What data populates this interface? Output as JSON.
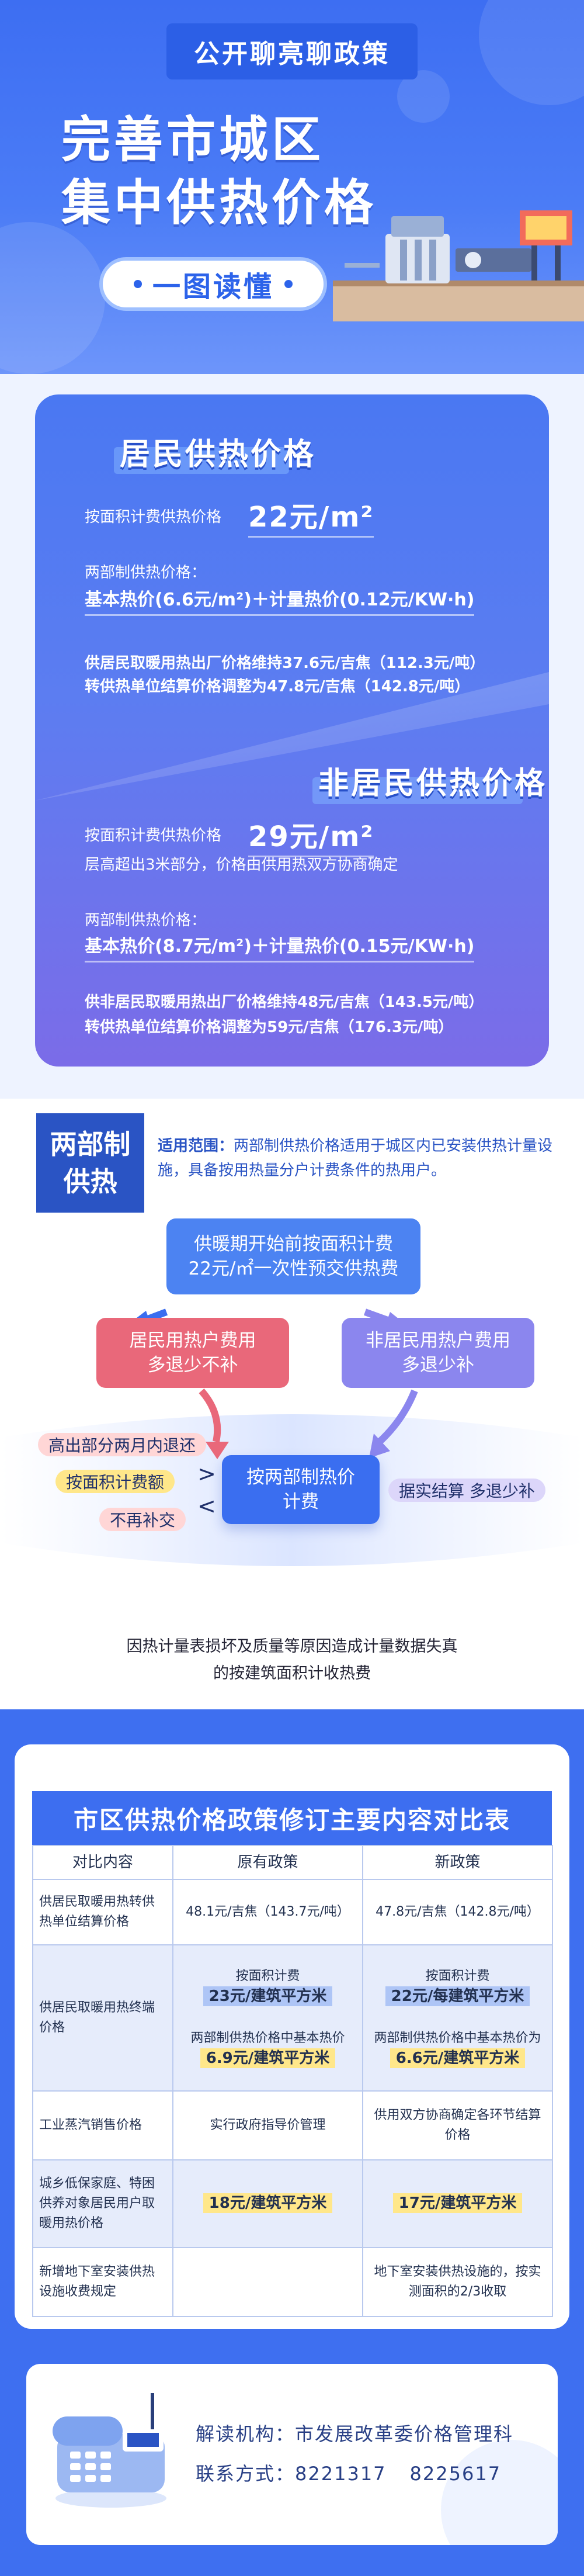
{
  "header": {
    "tag": "公开聊亮聊政策",
    "title_line1": "完善市城区",
    "title_line2": "集中供热价格",
    "badge": "一图读懂"
  },
  "residential": {
    "heading": "居民供热价格",
    "area_label": "按面积计费供热价格",
    "area_price": "22元/m²",
    "two_part_label": "两部制供热价格：",
    "two_part_formula": "基本热价(6.6元/m²)＋计量热价(0.12元/KW·h)",
    "source_price": "供居民取暖用热出厂价格维持37.6元/吉焦（112.3元/吨）",
    "transfer_price": "转供热单位结算价格调整为47.8元/吉焦（142.8元/吨）"
  },
  "nonresidential": {
    "heading": "非居民供热价格",
    "area_label": "按面积计费供热价格",
    "area_price": "29元/m²",
    "height_note": "层高超出3米部分，价格由供用热双方协商确定",
    "two_part_label": "两部制供热价格：",
    "two_part_formula": "基本热价(8.7元/m²)＋计量热价(0.15元/KW·h)",
    "source_price": "供非居民取暖用热出厂价格维持48元/吉焦（143.5元/吨）",
    "transfer_price": "转供热单位结算价格调整为59元/吉焦（176.3元/吨）"
  },
  "two_part": {
    "tag_line1": "两部制",
    "tag_line2": "供热",
    "scope_label": "适用范围：",
    "scope_text": "两部制供热价格适用于城区内已安装供热计量设施，具备按用热量分户计费条件的热用户。",
    "flow_top_line1": "供暖期开始前按面积计费",
    "flow_top_line2": "22元/㎡一次性预交供热费",
    "flow_left_line1": "居民用热户费用",
    "flow_left_line2": "多退少不补",
    "flow_right_line1": "非居民用热户费用",
    "flow_right_line2": "多退少补",
    "flow_mid_line1": "按两部制热价",
    "flow_mid_line2": "计费",
    "pill_1": "高出部分两月内退还",
    "pill_2": "按面积计费额",
    "pill_3": "不再补交",
    "pill_right": "据实结算 多退少补",
    "note_line1": "因热计量表损坏及质量等原因造成计量数据失真",
    "note_line2": "的按建筑面积计收热费"
  },
  "table": {
    "title": "市区供热价格政策修订主要内容对比表",
    "headers": [
      "对比内容",
      "原有政策",
      "新政策"
    ],
    "r1": {
      "item": "供居民取暖用热转供热单位结算价格",
      "old": "48.1元/吉焦（143.7元/吨）",
      "new": "47.8元/吉焦（142.8元/吨）"
    },
    "r2": {
      "item": "供居民取暖用热终端价格",
      "old_a_label": "按面积计费",
      "old_a_value": "23元/建筑平方米",
      "new_a_label": "按面积计费",
      "new_a_value": "22元/每建筑平方米",
      "old_b_label": "两部制供热价格中基本热价",
      "old_b_value": "6.9元/建筑平方米",
      "new_b_label": "两部制供热价格中基本热价为",
      "new_b_value": "6.6元/建筑平方米"
    },
    "r3": {
      "item": "工业蒸汽销售价格",
      "old": "实行政府指导价管理",
      "new": "供用双方协商确定各环节结算价格"
    },
    "r4": {
      "item": "城乡低保家庭、特困供养对象居民用户取暖用热价格",
      "old": "18元/建筑平方米",
      "new": "17元/建筑平方米"
    },
    "r5": {
      "item": "新增地下室安装供热设施收费规定",
      "old": "",
      "new": "地下室安装供热设施的，按实测面积的2/3收取"
    }
  },
  "footer": {
    "org_label": "解读机构：",
    "org_name": "市发展改革委价格管理科",
    "contact_label": "联系方式：",
    "phone_1": "8221317",
    "phone_2": "8225617"
  },
  "colors": {
    "primary_blue": "#3e6ff0",
    "dark_blue": "#2a54c4",
    "red_box": "#e9687a",
    "purple_box": "#8b86ee",
    "highlight_yellow": "#ffe78a"
  }
}
